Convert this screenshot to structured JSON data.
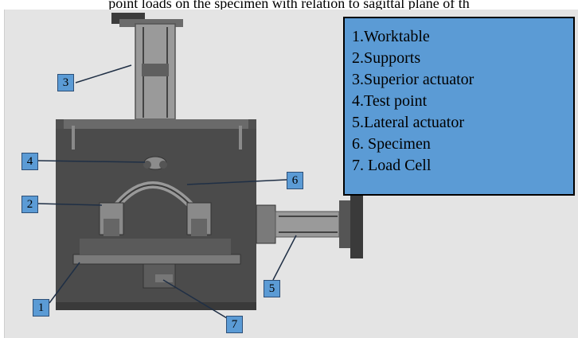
{
  "caption": "point loads on the specimen with relation to sagittal plane of th",
  "legend": {
    "items": [
      "1.Worktable",
      "2.Supports",
      "3.Superior actuator",
      "4.Test point",
      "5.Lateral actuator",
      "6. Specimen",
      "7. Load Cell"
    ]
  },
  "callouts": {
    "c1": "1",
    "c2": "2",
    "c3": "3",
    "c4": "4",
    "c5": "5",
    "c6": "6",
    "c7": "7"
  },
  "colors": {
    "legend_fill": "#5b9bd5",
    "machine_dark": "#4a4a4a",
    "machine_mid": "#6b6b6b",
    "background": "#e4e4e4"
  }
}
